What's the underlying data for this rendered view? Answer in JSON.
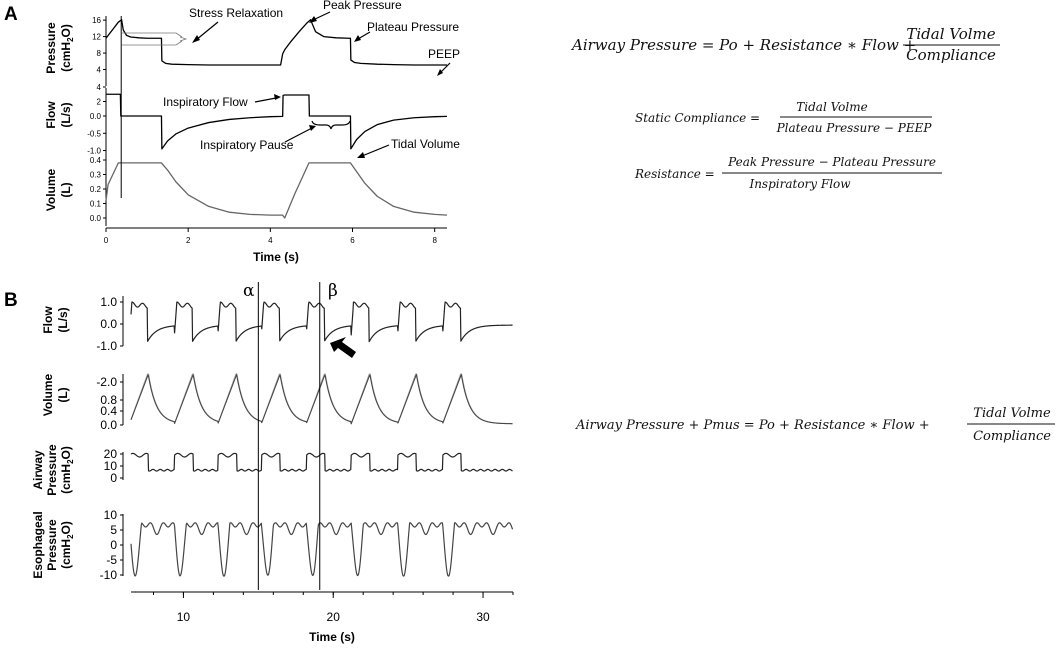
{
  "chart_data": [
    {
      "type": "line",
      "panel_label": "A",
      "xlabel": "Time (s)",
      "xlim": [
        0,
        8.3
      ],
      "xticks": [
        "0",
        "2",
        "4",
        "6",
        "8"
      ],
      "subplots": [
        {
          "ylabel": [
            "Pressure",
            "(cmH2O)"
          ],
          "ylim": [
            0,
            17
          ],
          "yticks": [
            "16",
            "12",
            "8",
            "4"
          ],
          "series": [
            {
              "x": [
                0,
                0.3,
                0.38,
                0.42,
                0.5,
                0.6,
                0.8,
                1.0,
                1.2,
                1.35,
                1.36,
                1.45,
                1.6,
                2.0,
                2.5,
                3.0,
                3.5,
                4.0,
                4.25,
                4.3,
                4.35,
                4.5,
                4.7,
                4.9,
                4.98,
                5.02,
                5.1,
                5.3,
                5.6,
                5.9,
                5.95,
                5.96,
                6.05,
                6.2,
                6.6,
                7.0,
                7.5,
                8.0,
                8.3
              ],
              "y": [
                11.6,
                15.5,
                16.1,
                13.6,
                12.3,
                11.9,
                11.7,
                11.6,
                11.6,
                11.6,
                6.1,
                5.5,
                5.3,
                5.2,
                5.1,
                5.1,
                5.1,
                5.1,
                5.1,
                7.8,
                8.8,
                10.8,
                13.2,
                15.4,
                16.1,
                15.1,
                13.2,
                12.0,
                11.7,
                11.6,
                11.6,
                6.3,
                5.7,
                5.5,
                5.3,
                5.2,
                5.1,
                5.1,
                5.1
              ]
            }
          ]
        },
        {
          "ylabel": [
            "Flow",
            "(L/s)"
          ],
          "ylim": [
            -1.1,
            4.2
          ],
          "yticks": [
            "4",
            "2",
            "0.0",
            "-0.5",
            "-1.0"
          ],
          "series": [
            {
              "x": [
                0,
                0.02,
                0.35,
                0.36,
                1.35,
                1.36,
                1.5,
                1.7,
                2.0,
                2.5,
                3.0,
                3.5,
                4.0,
                4.3,
                4.31,
                4.35,
                4.94,
                4.95,
                5.95,
                5.96,
                6.1,
                6.3,
                6.6,
                7.0,
                7.5,
                8.0,
                8.3
              ],
              "y": [
                3.0,
                3.0,
                3.0,
                0.0,
                0.0,
                -0.95,
                -0.72,
                -0.52,
                -0.35,
                -0.19,
                -0.1,
                -0.05,
                -0.02,
                -0.01,
                2.85,
                2.9,
                2.9,
                0.0,
                0.0,
                -0.95,
                -0.68,
                -0.45,
                -0.25,
                -0.12,
                -0.05,
                -0.02,
                -0.01
              ]
            }
          ]
        },
        {
          "ylabel": [
            "Volume",
            "(L)"
          ],
          "ylim": [
            -0.02,
            0.42
          ],
          "yticks": [
            "0.4",
            "0.3",
            "0.2",
            "0.1",
            "0.0"
          ],
          "series": [
            {
              "x": [
                0,
                0.05,
                0.3,
                1.35,
                1.5,
                1.7,
                2.0,
                2.5,
                3.0,
                3.5,
                4.0,
                4.3,
                4.35,
                4.6,
                4.94,
                5.95,
                6.1,
                6.3,
                6.6,
                7.0,
                7.5,
                8.0,
                8.3
              ],
              "y": [
                0.12,
                0.23,
                0.38,
                0.38,
                0.33,
                0.25,
                0.16,
                0.08,
                0.04,
                0.025,
                0.02,
                0.02,
                0.0,
                0.17,
                0.38,
                0.38,
                0.32,
                0.24,
                0.15,
                0.08,
                0.04,
                0.025,
                0.02
              ]
            }
          ]
        }
      ],
      "annotations": [
        "Stress Relaxation",
        "Peak Pressure",
        "Plateau Pressure",
        "PEEP",
        "Inspiratory Flow",
        "Inspiratory Pause",
        "Tidal Volume"
      ]
    },
    {
      "type": "line",
      "panel_label": "B",
      "xlabel": "Time (s)",
      "xlim": [
        6.5,
        32
      ],
      "xticks": [
        "10",
        "20",
        "30"
      ],
      "markers": [
        "α",
        "β"
      ],
      "marker_x": [
        15.0,
        19.1
      ],
      "breath_starts": [
        6.4,
        9.4,
        12.3,
        15.2,
        18.2,
        21.2,
        24.3,
        27.3
      ],
      "subplots": [
        {
          "ylabel": [
            "Flow",
            "(L/s)"
          ],
          "ylim": [
            -1.0,
            1.1
          ],
          "yticks": [
            "1.0",
            "0.0",
            "-1.0"
          ]
        },
        {
          "ylabel": [
            "Volume",
            "(L)"
          ],
          "ylim": [
            0,
            0.9
          ],
          "yticks": [
            "-2.0",
            "0.8",
            "0.4",
            "0.0"
          ]
        },
        {
          "ylabel": [
            "Airway",
            "Pressure",
            "(cmH2O)"
          ],
          "ylim": [
            0,
            22
          ],
          "yticks": [
            "20",
            "10",
            "0"
          ]
        },
        {
          "ylabel": [
            "Esophageal",
            "Pressure",
            "(cmH2O)"
          ],
          "ylim": [
            -11,
            11
          ],
          "yticks": [
            "10",
            "5",
            "0",
            "-5",
            "-10"
          ]
        }
      ]
    }
  ],
  "equations": {
    "eq1_lhs": "Airway Pressure = Po + Resistance ∗ Flow +",
    "eq1_num": "Tidal Volme",
    "eq1_den": "Compliance",
    "eq2_lhs": "Static Compliance =",
    "eq2_num": "Tidal Volme",
    "eq2_den": "Plateau Pressure − PEEP",
    "eq3_lhs": "Resistance =",
    "eq3_num": "Peak Pressure − Plateau Pressure",
    "eq3_den": "Inspiratory Flow",
    "eq4_lhs": "Airway Pressure + Pmus = Po + Resistance ∗ Flow +",
    "eq4_num": "Tidal Volme",
    "eq4_den": "Compliance"
  }
}
